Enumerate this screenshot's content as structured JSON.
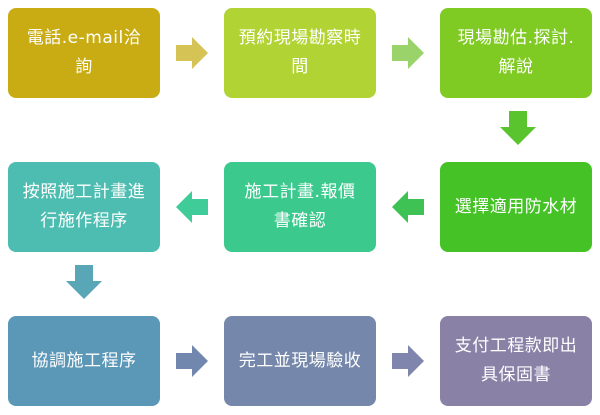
{
  "steps": [
    {
      "label": "電話.e-mail洽詢",
      "color": "#c9ac13"
    },
    {
      "label": "預約現場勘察時間",
      "color": "#b2d334"
    },
    {
      "label": "現場勘估.探討.解說",
      "color": "#7fca23"
    },
    {
      "label": "選擇適用防水材",
      "color": "#45c326"
    },
    {
      "label": "施工計畫.報價書確認",
      "color": "#3cc98e"
    },
    {
      "label": "按照施工計畫進行施作程序",
      "color": "#4ebdb1"
    },
    {
      "label": "協調施工程序",
      "color": "#5b97b7"
    },
    {
      "label": "完工並現場驗收",
      "color": "#7587ab"
    },
    {
      "label": "支付工程款即出具保固書",
      "color": "#8a81a7"
    }
  ],
  "arrows": [
    {
      "direction": "right",
      "color": "#d6c355"
    },
    {
      "direction": "right",
      "color": "#9bd36b"
    },
    {
      "direction": "down",
      "color": "#5ac42e"
    },
    {
      "direction": "left",
      "color": "#3ec254"
    },
    {
      "direction": "left",
      "color": "#3fcc98"
    },
    {
      "direction": "down",
      "color": "#58a6b6"
    },
    {
      "direction": "right",
      "color": "#7187ae"
    },
    {
      "direction": "right",
      "color": "#7f85ac"
    }
  ]
}
